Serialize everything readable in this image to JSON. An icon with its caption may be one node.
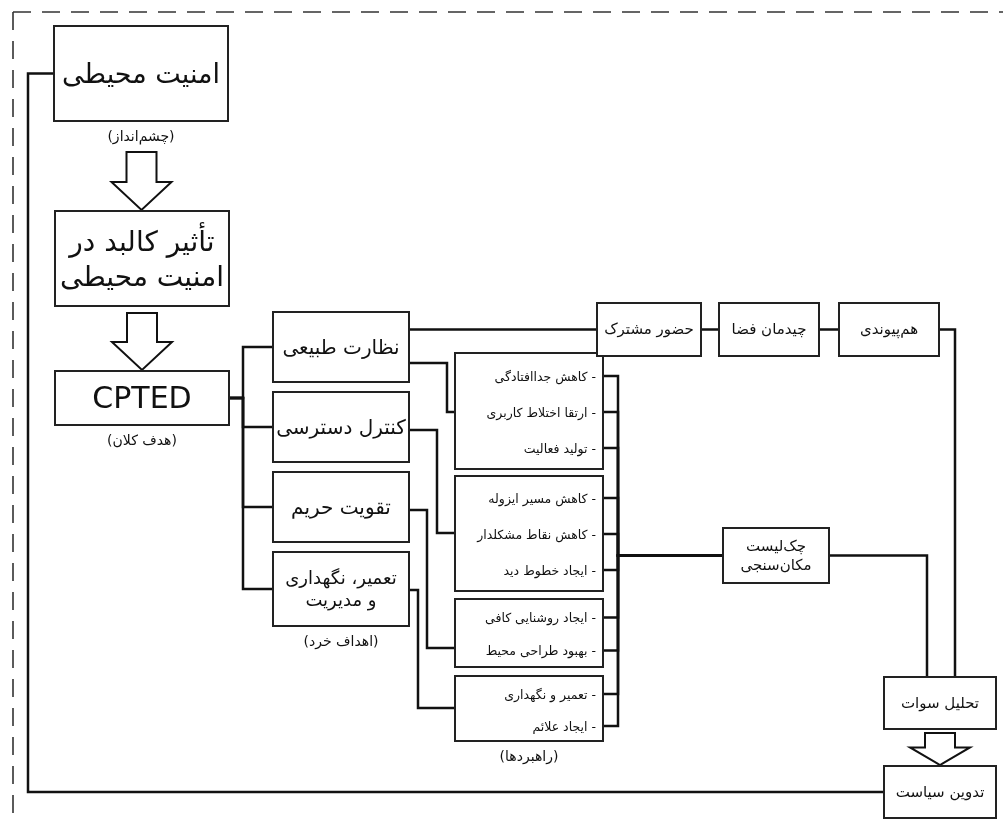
{
  "diagram": {
    "nodes": [
      {
        "text": [
          "امنیت محیطی"
        ],
        "beside": [
          "(چشم‌انداز)"
        ]
      },
      {
        "text": [
          "تأثیر کالبد در امنیت محیطی"
        ]
      },
      {
        "text": [
          "CPTED"
        ],
        "beside": [
          "(هدف کلان)"
        ]
      },
      {
        "text": [
          "نظارت طبیعی"
        ]
      },
      {
        "text": [
          "کنترل دسترسی"
        ]
      },
      {
        "text": [
          "تقویت حریم"
        ]
      },
      {
        "text": [
          "تعمیر، نگهداری و مدیریت"
        ],
        "beside": [
          "(اهداف خرد)"
        ]
      },
      {
        "text": [],
        "shape": "box"
      },
      {
        "text": [
          "- کاهش جداافتادگی"
        ],
        "in": 7
      },
      {
        "text": [
          "- ارتقا اختلاط کاربری"
        ],
        "in": 7
      },
      {
        "text": [
          "- تولید فعالیت"
        ],
        "in": 7
      },
      {
        "text": [],
        "shape": "box"
      },
      {
        "text": [
          "- کاهش مسیر ایزوله"
        ],
        "in": 11
      },
      {
        "text": [
          "- کاهش نقاط مشکلدار"
        ],
        "in": 11
      },
      {
        "text": [
          "- ایجاد خطوط دید"
        ],
        "in": 11
      },
      {
        "text": [],
        "shape": "box"
      },
      {
        "text": [
          "- ایجاد روشنایی کافی"
        ],
        "in": 15
      },
      {
        "text": [
          "- بهبود طراحی محیط"
        ],
        "in": 15
      },
      {
        "text": [],
        "shape": "box",
        "beside": [
          "(راهبردها)"
        ]
      },
      {
        "text": [
          "- تعمیر و نگهداری"
        ],
        "in": 18
      },
      {
        "text": [
          "- ایجاد علائم"
        ],
        "in": 18
      },
      {
        "text": [
          "حضور مشترک"
        ]
      },
      {
        "text": [
          "چیدمان فضا"
        ]
      },
      {
        "text": [
          "هم‌پیوندی"
        ]
      },
      {
        "text": [
          "چک‌لیست مکان‌سنجی"
        ]
      },
      {
        "text": [
          "تحلیل سوات"
        ]
      },
      {
        "text": [
          "تدوین سیاست"
        ]
      }
    ],
    "edges": [
      {
        "from": 0,
        "to": 1,
        "arrow": "to",
        "style": "thick"
      },
      {
        "from": 1,
        "to": 2,
        "arrow": "to",
        "style": "thick"
      },
      {
        "from": 2,
        "to": 3,
        "arrow": "none"
      },
      {
        "from": 2,
        "to": 4,
        "arrow": "none"
      },
      {
        "from": 2,
        "to": 5,
        "arrow": "none"
      },
      {
        "from": 2,
        "to": 6,
        "arrow": "none"
      },
      {
        "from": 3,
        "to": 21,
        "arrow": "none"
      },
      {
        "from": 21,
        "to": 22,
        "arrow": "none"
      },
      {
        "from": 22,
        "to": 23,
        "arrow": "none"
      },
      {
        "from": 3,
        "to": 7,
        "arrow": "none"
      },
      {
        "from": 4,
        "to": 11,
        "arrow": "none"
      },
      {
        "from": 5,
        "to": 15,
        "arrow": "none"
      },
      {
        "from": 6,
        "to": 18,
        "arrow": "none"
      },
      {
        "from": 8,
        "to": 24,
        "arrow": "none"
      },
      {
        "from": 9,
        "to": 24,
        "arrow": "none"
      },
      {
        "from": 10,
        "to": 24,
        "arrow": "none"
      },
      {
        "from": 12,
        "to": 24,
        "arrow": "none"
      },
      {
        "from": 13,
        "to": 24,
        "arrow": "none"
      },
      {
        "from": 14,
        "to": 24,
        "arrow": "none"
      },
      {
        "from": 16,
        "to": 24,
        "arrow": "none"
      },
      {
        "from": 17,
        "to": 24,
        "arrow": "none"
      },
      {
        "from": 19,
        "to": 24,
        "arrow": "none"
      },
      {
        "from": 20,
        "to": 24,
        "arrow": "none"
      },
      {
        "from": 24,
        "to": 25,
        "arrow": "none"
      },
      {
        "from": 23,
        "to": 25,
        "arrow": "none"
      },
      {
        "from": 25,
        "to": 26,
        "arrow": "to",
        "style": "thick"
      },
      {
        "from": 26,
        "to": 0,
        "arrow": "none"
      }
    ]
  }
}
